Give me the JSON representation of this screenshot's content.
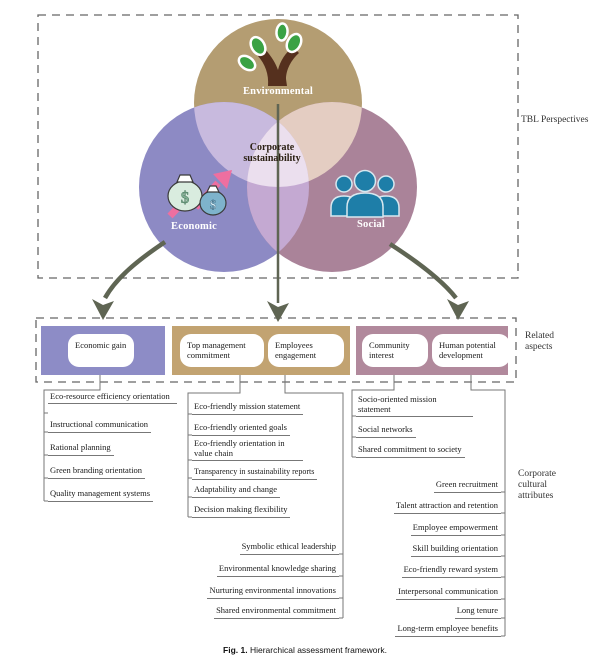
{
  "venn": {
    "environmental": "Environmental",
    "economic": "Economic",
    "social": "Social",
    "center": "Corporate sustainability"
  },
  "icons": {
    "environmental": "plant-icon",
    "economic": "money-bags-icon",
    "social": "people-icon"
  },
  "side_labels": {
    "tbl": "TBL Perspectives",
    "related": "Related aspects",
    "cultural": "Corporate cultural attributes"
  },
  "aspects": {
    "economic_gain": "Economic gain",
    "top_management": "Top management commitment",
    "employees": "Employees engagement",
    "community": "Community interest",
    "human_potential": "Human potential development"
  },
  "attribute_lists": {
    "economic_gain": {
      "items": [
        "Eco-resource efficiency orientation",
        "Instructional communication",
        "Rational planning",
        "Green branding orientation",
        "Quality management systems"
      ]
    },
    "top_management": {
      "items": [
        "Eco-friendly mission statement",
        "Eco-friendly oriented goals",
        "Eco-friendly orientation in value chain",
        "Transparency in sustainability reports",
        "Adaptability and change",
        "Decision making flexibility"
      ]
    },
    "employees": {
      "items": [
        "Symbolic ethical leadership",
        "Environmental knowledge sharing",
        "Nurturing environmental innovations",
        "Shared environmental commitment"
      ]
    },
    "community": {
      "items": [
        "Socio-oriented mission statement",
        "Social networks",
        "Shared commitment to society"
      ]
    },
    "human_potential": {
      "items": [
        "Green recruitment",
        "Talent attraction and retention",
        "Employee empowerment",
        "Skill building orientation",
        "Eco-friendly reward system",
        "Interpersonal communication",
        "Long tenure",
        "Long-term employee benefits"
      ]
    }
  },
  "colors": {
    "environmental_circle": "#b49d72",
    "economic_circle": "#8d8ac4",
    "social_circle": "#aa8399",
    "overlap_env_eco": "#c8bade",
    "overlap_env_soc": "#e4cdc2",
    "overlap_eco_soc": "#c4a9d2",
    "overlap_center": "#ebdfee",
    "arrow": "#5f6553",
    "box_economic": "#8d8cc6",
    "box_management": "#c2a371",
    "box_social": "#b1899c",
    "people_icon": "#1e7ea8",
    "trend_arrow": "#ee6fa0",
    "leaf_green": "#3aa244",
    "trunk_brown": "#55301e"
  },
  "caption": {
    "label": "Fig. 1.",
    "text": "Hierarchical assessment framework."
  }
}
